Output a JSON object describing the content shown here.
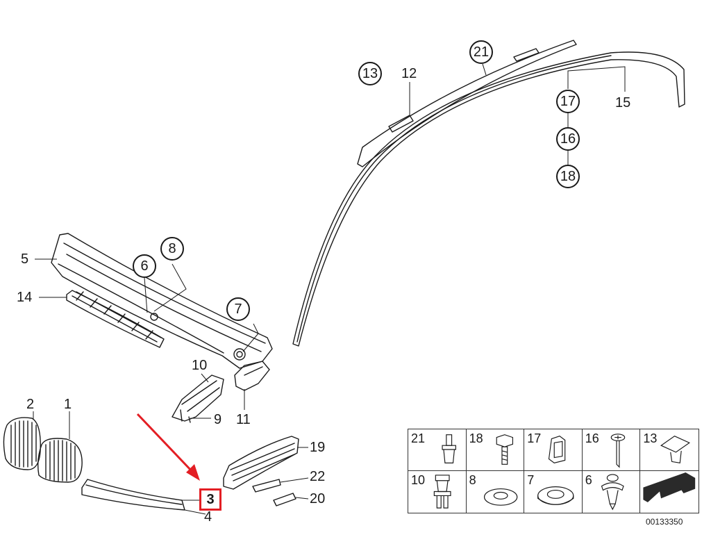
{
  "diagram": {
    "doc_number": "00133350",
    "labels": {
      "l1": "1",
      "l2": "2",
      "l3": "3",
      "l4": "4",
      "l5": "5",
      "l9": "9",
      "l10": "10",
      "l11": "11",
      "l12": "12",
      "l14": "14",
      "l15": "15",
      "l19": "19",
      "l20": "20",
      "l22": "22"
    },
    "circled": {
      "c6": "6",
      "c7": "7",
      "c8": "8",
      "c13": "13",
      "c16": "16",
      "c17": "17",
      "c18": "18",
      "c21": "21"
    },
    "highlight_color": "#e31e24",
    "legend": [
      {
        "num": "21",
        "icon": "push-rivet-icon"
      },
      {
        "num": "18",
        "icon": "hex-bolt-icon"
      },
      {
        "num": "17",
        "icon": "clip-nut-icon"
      },
      {
        "num": "16",
        "icon": "screw-icon"
      },
      {
        "num": "13",
        "icon": "spring-clip-icon"
      },
      {
        "num": "10",
        "icon": "expansion-clip-icon"
      },
      {
        "num": "8",
        "icon": "washer-icon"
      },
      {
        "num": "7",
        "icon": "grommet-icon"
      },
      {
        "num": "6",
        "icon": "plastic-rivet-icon"
      },
      {
        "num": "",
        "icon": "direction-arrow-icon"
      }
    ]
  }
}
